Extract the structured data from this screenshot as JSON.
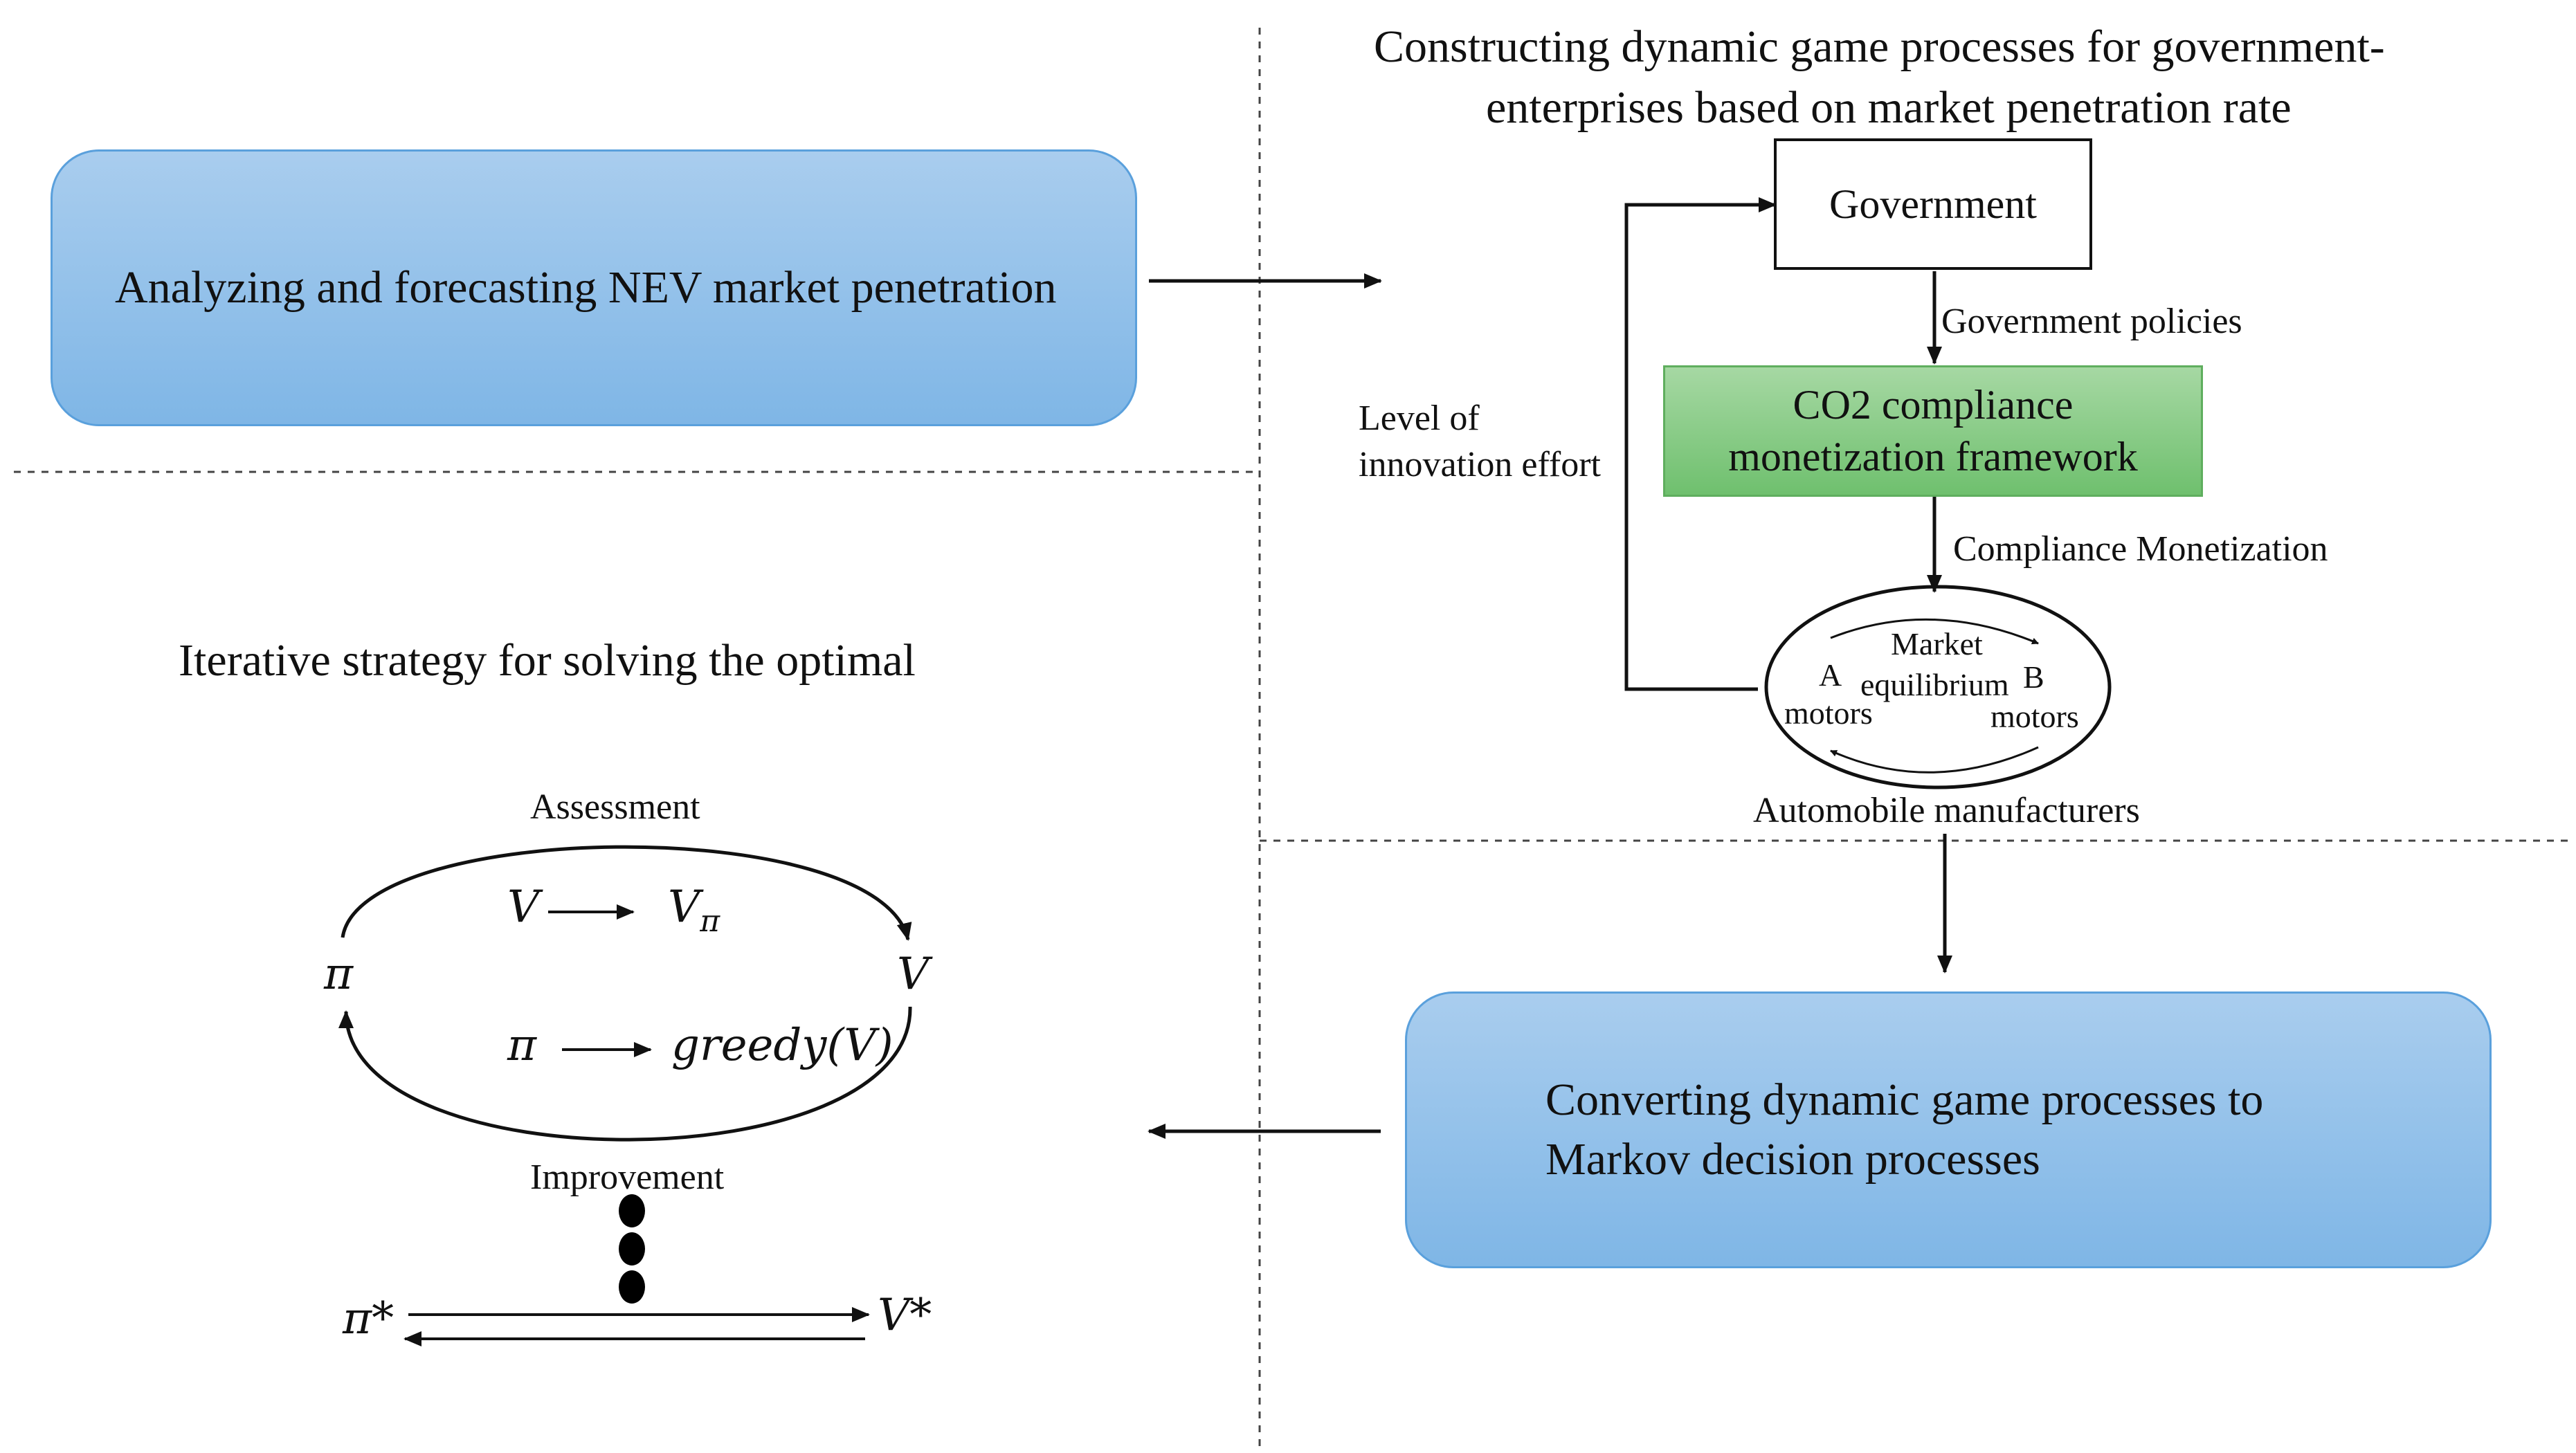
{
  "top_left": {
    "box_text": "Analyzing and forecasting NEV market penetration"
  },
  "top_right": {
    "title_line1": "Constructing dynamic game processes for government-",
    "title_line2": "enterprises based on market penetration rate",
    "government": "Government",
    "government_policies": "Government policies",
    "co2_line1": "CO2 compliance",
    "co2_line2": "monetization framework",
    "compliance_monetization": "Compliance Monetization",
    "feedback_line1": "Level of",
    "feedback_line2": "innovation effort",
    "market_line1": "Market",
    "market_line2": "equilibrium",
    "a_line1": "A",
    "a_line2": "motors",
    "b_line1": "B",
    "b_line2": "motors",
    "manufacturers": "Automobile manufacturers"
  },
  "bottom_right": {
    "box_line1": "Converting dynamic game processes to",
    "box_line2": "Markov decision processes"
  },
  "bottom_left": {
    "title": "Iterative strategy for solving the optimal",
    "assessment": "Assessment",
    "improvement": "Improvement",
    "pi": "π",
    "v": "V",
    "v_left": "V",
    "v_pi_base": "V",
    "v_pi_sub": "π",
    "pi_left": "π",
    "greedy": "greedy(V)",
    "pi_star": "π*",
    "v_star": "V*"
  },
  "colors": {
    "blue_fill": "#8fc0ea",
    "blue_border": "#5aa0dc",
    "green_fill": "#8ccd8a",
    "line": "#111111"
  }
}
